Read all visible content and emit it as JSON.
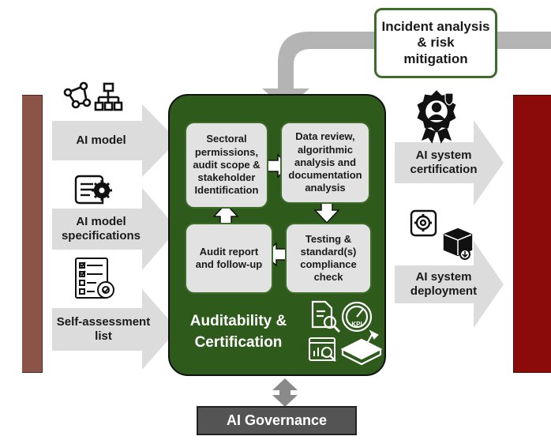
{
  "incident_box": {
    "label": "Incident analysis & risk\nmitigation"
  },
  "inputs": [
    {
      "label": "AI model",
      "icon": "network-hierarchy-icon"
    },
    {
      "label": "AI model\nspecifications",
      "icon": "document-gear-icon"
    },
    {
      "label": "Self-assessment\nlist",
      "icon": "checklist-gear-icon"
    }
  ],
  "steps": [
    {
      "label": "Sectoral\npermissions,\naudit scope &\nstakeholder\nIdentification"
    },
    {
      "label": "Data review,\nalgorithmic\nanalysis and\ndocumentation\nanalysis"
    },
    {
      "label": "Testing &\nstandard(s)\ncompliance\ncheck"
    },
    {
      "label": "Audit report\nand follow-up"
    }
  ],
  "panel": {
    "title": "Auditability &\nCertification",
    "kpi_text": "KPI"
  },
  "outputs": [
    {
      "label": "AI system\ncertification",
      "icon": "certificate-badge-icon"
    },
    {
      "label": "AI system\ndeployment",
      "icon": "deployment-gear-box-icon"
    }
  ],
  "governance": {
    "label": "AI Governance"
  },
  "colors": {
    "panel_green": "#2e5a1c",
    "incident_border": "#3d6b2a",
    "arrow_gray": "#dcdcdc",
    "feed_gray": "#b4b4b4",
    "left_bar": "#8b5446",
    "right_bar": "#8b0a0a",
    "governance_bg": "#545454"
  }
}
